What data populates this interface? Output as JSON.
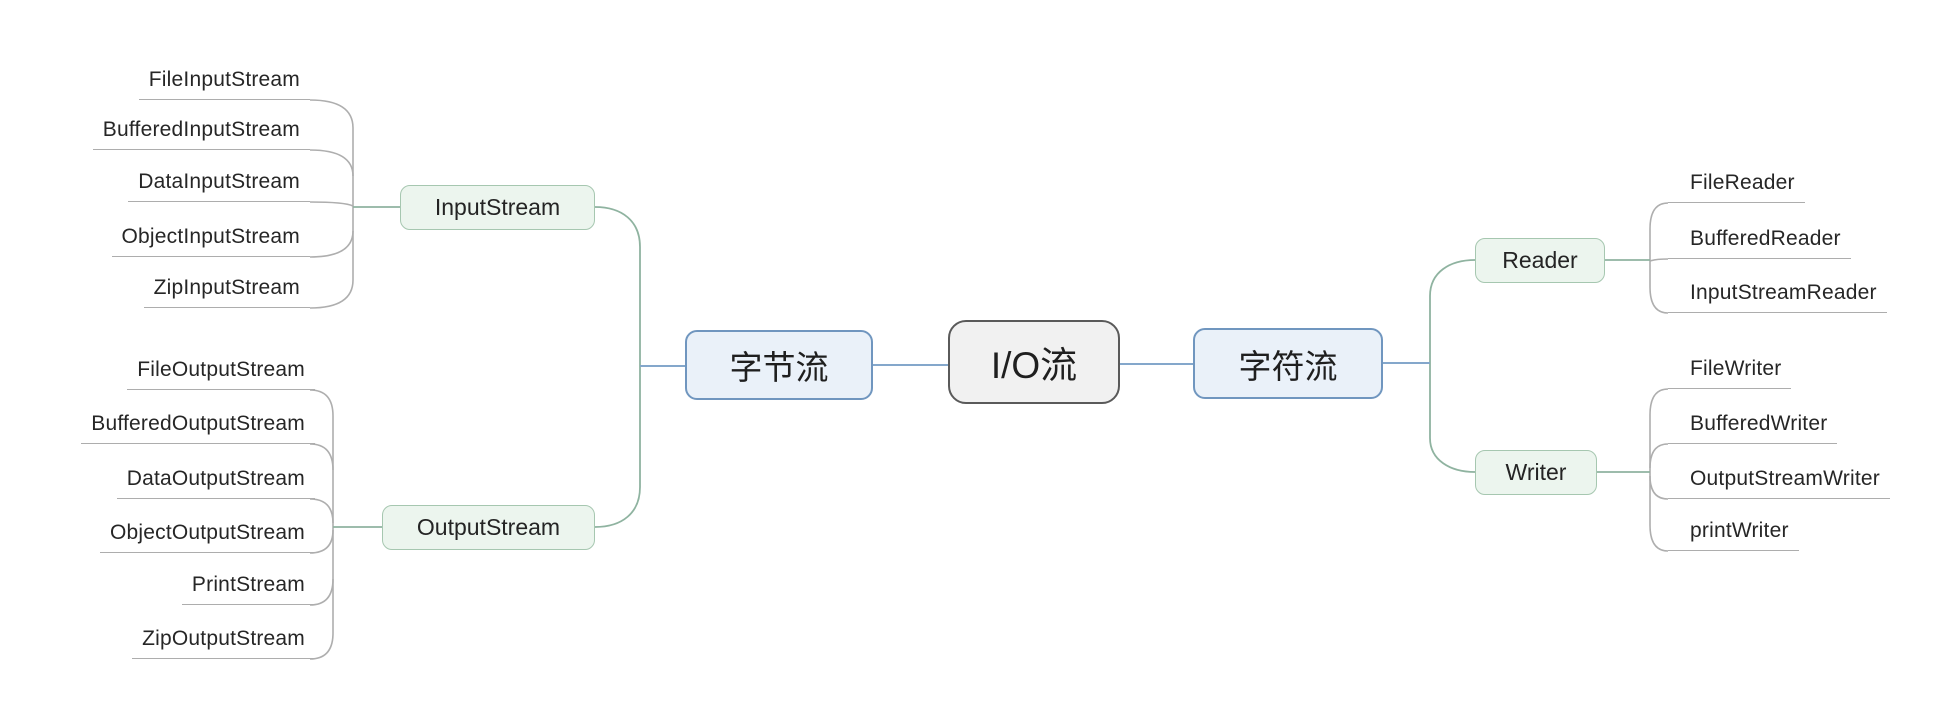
{
  "mindmap": {
    "root": "I/O流",
    "left": {
      "label": "字节流",
      "groups": [
        {
          "label": "InputStream",
          "leaves": [
            "FileInputStream",
            "BufferedInputStream",
            "DataInputStream",
            "ObjectInputStream",
            "ZipInputStream"
          ]
        },
        {
          "label": "OutputStream",
          "leaves": [
            "FileOutputStream",
            "BufferedOutputStream",
            "DataOutputStream",
            "ObjectOutputStream",
            "PrintStream",
            "ZipOutputStream"
          ]
        }
      ]
    },
    "right": {
      "label": "字符流",
      "groups": [
        {
          "label": "Reader",
          "leaves": [
            "FileReader",
            "BufferedReader",
            "InputStreamReader"
          ]
        },
        {
          "label": "Writer",
          "leaves": [
            "FileWriter",
            "BufferedWriter",
            "OutputStreamWriter",
            "printWriter"
          ]
        }
      ]
    },
    "colors": {
      "root_bg": "#f1f1f1",
      "root_border": "#5a5a5a",
      "branch_bg": "#eaf1f9",
      "branch_border": "#7096bf",
      "group_bg": "#ecf5ee",
      "group_border": "#a6c7b0",
      "leaf_underline": "#adadad",
      "link_blue": "#84a7cb",
      "link_green": "#8fb3a0",
      "link_gray": "#aeaeae"
    }
  }
}
